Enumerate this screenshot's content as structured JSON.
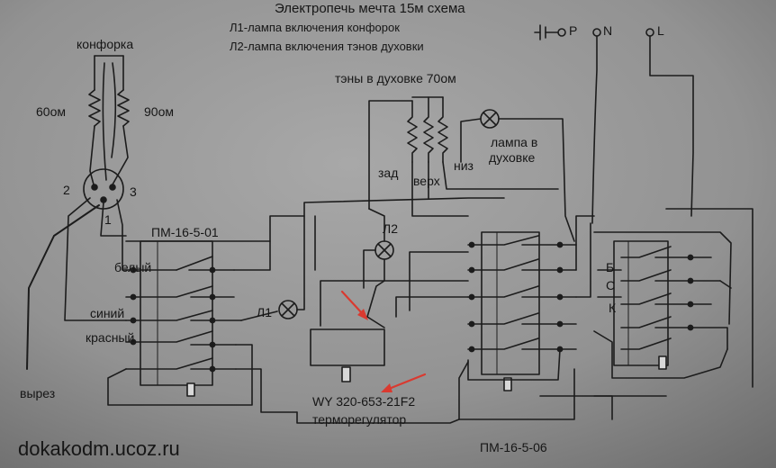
{
  "diagram": {
    "title": "Электропечь мечта 15м схема",
    "legend_l1": "Л1-лампа включения конфорок",
    "legend_l2": "Л2-лампа включения тэнов духовки",
    "terminal_p": "P",
    "terminal_n": "N",
    "terminal_l": "L",
    "burner_label": "конфорка",
    "res_60": "60ом",
    "res_90": "90ом",
    "pin_1": "1",
    "pin_2": "2",
    "pin_3": "3",
    "cutout_label": "вырез",
    "switch1_label": "ПМ-16-5-01",
    "wire_white": "белый",
    "wire_blue": "синий",
    "wire_red": "красный",
    "lamp1_label": "Л1",
    "lamp2_label": "Л2",
    "oven_heaters_label": "тэны в духовке 70ом",
    "heater_back": "зад",
    "heater_top": "верх",
    "heater_bottom": "низ",
    "oven_lamp_label_line1": "лампа в",
    "oven_lamp_label_line2": "духовке",
    "thermostat_model": "WY 320-653-21F2",
    "thermostat_label": "терморегулятор",
    "switch2_label": "ПМ-16-5-06",
    "letter_b": "Б",
    "letter_s": "С",
    "letter_k": "К",
    "watermark": "dokakodm.ucoz.ru"
  },
  "colors": {
    "paper_light": "#a4a4a4",
    "paper_dark": "#6a6a6a",
    "ink": "#1a1a1a",
    "arrow": "#d93a30"
  }
}
